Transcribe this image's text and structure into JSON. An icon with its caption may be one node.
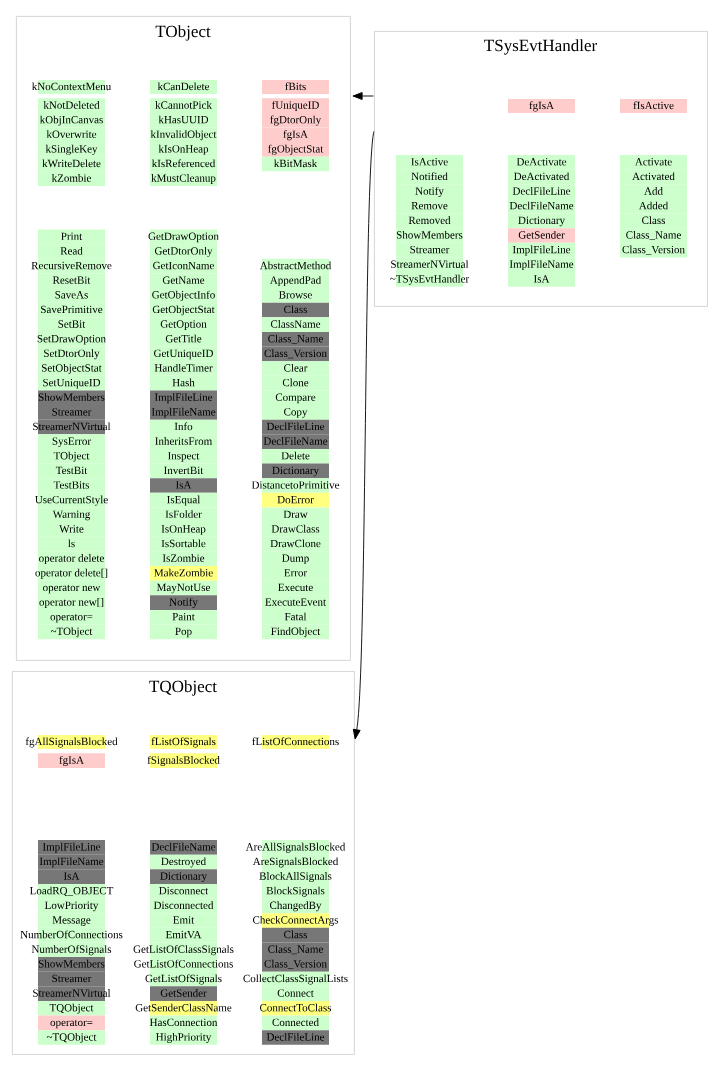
{
  "diagram": {
    "nodes": [
      {
        "text": [
          "TObject"
        ]
      },
      {
        "text": [
          "kNoContextMenu"
        ],
        "in": 0
      },
      {
        "text": [
          "kNotDeleted"
        ],
        "in": 0
      },
      {
        "text": [
          "kObjInCanvas"
        ],
        "in": 0
      },
      {
        "text": [
          "kOverwrite"
        ],
        "in": 0
      },
      {
        "text": [
          "kSingleKey"
        ],
        "in": 0
      },
      {
        "text": [
          "kWriteDelete"
        ],
        "in": 0
      },
      {
        "text": [
          "kZombie"
        ],
        "in": 0
      },
      {
        "text": [
          "kCanDelete"
        ],
        "in": 0
      },
      {
        "text": [
          "kCannotPick"
        ],
        "in": 0
      },
      {
        "text": [
          "kHasUUID"
        ],
        "in": 0
      },
      {
        "text": [
          "kInvalidObject"
        ],
        "in": 0
      },
      {
        "text": [
          "kIsOnHeap"
        ],
        "in": 0
      },
      {
        "text": [
          "kIsReferenced"
        ],
        "in": 0
      },
      {
        "text": [
          "kMustCleanup"
        ],
        "in": 0
      },
      {
        "text": [
          "fBits"
        ],
        "in": 0
      },
      {
        "text": [
          "fUniqueID"
        ],
        "in": 0
      },
      {
        "text": [
          "fgDtorOnly"
        ],
        "in": 0
      },
      {
        "text": [
          "fgIsA"
        ],
        "in": 0
      },
      {
        "text": [
          "fgObjectStat"
        ],
        "in": 0
      },
      {
        "text": [
          "kBitMask"
        ],
        "in": 0
      },
      {
        "text": [
          "Print"
        ],
        "in": 0
      },
      {
        "text": [
          "Read"
        ],
        "in": 0
      },
      {
        "text": [
          "RecursiveRemove"
        ],
        "in": 0
      },
      {
        "text": [
          "ResetBit"
        ],
        "in": 0
      },
      {
        "text": [
          "SaveAs"
        ],
        "in": 0
      },
      {
        "text": [
          "SavePrimitive"
        ],
        "in": 0
      },
      {
        "text": [
          "SetBit"
        ],
        "in": 0
      },
      {
        "text": [
          "SetDrawOption"
        ],
        "in": 0
      },
      {
        "text": [
          "SetDtorOnly"
        ],
        "in": 0
      },
      {
        "text": [
          "SetObjectStat"
        ],
        "in": 0
      },
      {
        "text": [
          "SetUniqueID"
        ],
        "in": 0
      },
      {
        "text": [
          "ShowMembers"
        ],
        "in": 0
      },
      {
        "text": [
          "Streamer"
        ],
        "in": 0
      },
      {
        "text": [
          "StreamerNVirtual"
        ],
        "in": 0
      },
      {
        "text": [
          "SysError"
        ],
        "in": 0
      },
      {
        "text": [
          "TObject"
        ],
        "in": 0
      },
      {
        "text": [
          "TestBit"
        ],
        "in": 0
      },
      {
        "text": [
          "TestBits"
        ],
        "in": 0
      },
      {
        "text": [
          "UseCurrentStyle"
        ],
        "in": 0
      },
      {
        "text": [
          "Warning"
        ],
        "in": 0
      },
      {
        "text": [
          "Write"
        ],
        "in": 0
      },
      {
        "text": [
          "ls"
        ],
        "in": 0
      },
      {
        "text": [
          "operator delete"
        ],
        "in": 0
      },
      {
        "text": [
          "operator delete[]"
        ],
        "in": 0
      },
      {
        "text": [
          "operator new"
        ],
        "in": 0
      },
      {
        "text": [
          "operator new[]"
        ],
        "in": 0
      },
      {
        "text": [
          "operator="
        ],
        "in": 0
      },
      {
        "text": [
          "~TObject"
        ],
        "in": 0
      },
      {
        "text": [
          "GetDrawOption"
        ],
        "in": 0
      },
      {
        "text": [
          "GetDtorOnly"
        ],
        "in": 0
      },
      {
        "text": [
          "GetIconName"
        ],
        "in": 0
      },
      {
        "text": [
          "GetName"
        ],
        "in": 0
      },
      {
        "text": [
          "GetObjectInfo"
        ],
        "in": 0
      },
      {
        "text": [
          "GetObjectStat"
        ],
        "in": 0
      },
      {
        "text": [
          "GetOption"
        ],
        "in": 0
      },
      {
        "text": [
          "GetTitle"
        ],
        "in": 0
      },
      {
        "text": [
          "GetUniqueID"
        ],
        "in": 0
      },
      {
        "text": [
          "HandleTimer"
        ],
        "in": 0
      },
      {
        "text": [
          "Hash"
        ],
        "in": 0
      },
      {
        "text": [
          "ImplFileLine"
        ],
        "in": 0
      },
      {
        "text": [
          "ImplFileName"
        ],
        "in": 0
      },
      {
        "text": [
          "Info"
        ],
        "in": 0
      },
      {
        "text": [
          "InheritsFrom"
        ],
        "in": 0
      },
      {
        "text": [
          "Inspect"
        ],
        "in": 0
      },
      {
        "text": [
          "InvertBit"
        ],
        "in": 0
      },
      {
        "text": [
          "IsA"
        ],
        "in": 0
      },
      {
        "text": [
          "IsEqual"
        ],
        "in": 0
      },
      {
        "text": [
          "IsFolder"
        ],
        "in": 0
      },
      {
        "text": [
          "IsOnHeap"
        ],
        "in": 0
      },
      {
        "text": [
          "IsSortable"
        ],
        "in": 0
      },
      {
        "text": [
          "IsZombie"
        ],
        "in": 0
      },
      {
        "text": [
          "MakeZombie"
        ],
        "in": 0
      },
      {
        "text": [
          "MayNotUse"
        ],
        "in": 0
      },
      {
        "text": [
          "Notify"
        ],
        "in": 0
      },
      {
        "text": [
          "Paint"
        ],
        "in": 0
      },
      {
        "text": [
          "Pop"
        ],
        "in": 0
      },
      {
        "text": [
          "AbstractMethod"
        ],
        "in": 0
      },
      {
        "text": [
          "AppendPad"
        ],
        "in": 0
      },
      {
        "text": [
          "Browse"
        ],
        "in": 0
      },
      {
        "text": [
          "Class"
        ],
        "in": 0
      },
      {
        "text": [
          "ClassName"
        ],
        "in": 0
      },
      {
        "text": [
          "Class_Name"
        ],
        "in": 0
      },
      {
        "text": [
          "Class_Version"
        ],
        "in": 0
      },
      {
        "text": [
          "Clear"
        ],
        "in": 0
      },
      {
        "text": [
          "Clone"
        ],
        "in": 0
      },
      {
        "text": [
          "Compare"
        ],
        "in": 0
      },
      {
        "text": [
          "Copy"
        ],
        "in": 0
      },
      {
        "text": [
          "DeclFileLine"
        ],
        "in": 0
      },
      {
        "text": [
          "DeclFileName"
        ],
        "in": 0
      },
      {
        "text": [
          "Delete"
        ],
        "in": 0
      },
      {
        "text": [
          "Dictionary"
        ],
        "in": 0
      },
      {
        "text": [
          "DistancetoPrimitive"
        ],
        "in": 0
      },
      {
        "text": [
          "DoError"
        ],
        "in": 0
      },
      {
        "text": [
          "Draw"
        ],
        "in": 0
      },
      {
        "text": [
          "DrawClass"
        ],
        "in": 0
      },
      {
        "text": [
          "DrawClone"
        ],
        "in": 0
      },
      {
        "text": [
          "Dump"
        ],
        "in": 0
      },
      {
        "text": [
          "Error"
        ],
        "in": 0
      },
      {
        "text": [
          "Execute"
        ],
        "in": 0
      },
      {
        "text": [
          "ExecuteEvent"
        ],
        "in": 0
      },
      {
        "text": [
          "Fatal"
        ],
        "in": 0
      },
      {
        "text": [
          "FindObject"
        ],
        "in": 0
      },
      {
        "text": [
          "TSysEvtHandler"
        ]
      },
      {
        "text": [
          "fgIsA"
        ],
        "in": 103
      },
      {
        "text": [
          "fIsActive"
        ],
        "in": 103
      },
      {
        "text": [
          "IsActive"
        ],
        "in": 103
      },
      {
        "text": [
          "Notified"
        ],
        "in": 103
      },
      {
        "text": [
          "Notify"
        ],
        "in": 103
      },
      {
        "text": [
          "Remove"
        ],
        "in": 103
      },
      {
        "text": [
          "Removed"
        ],
        "in": 103
      },
      {
        "text": [
          "ShowMembers"
        ],
        "in": 103
      },
      {
        "text": [
          "Streamer"
        ],
        "in": 103
      },
      {
        "text": [
          "StreamerNVirtual"
        ],
        "in": 103
      },
      {
        "text": [
          "~TSysEvtHandler"
        ],
        "in": 103
      },
      {
        "text": [
          "DeActivate"
        ],
        "in": 103
      },
      {
        "text": [
          "DeActivated"
        ],
        "in": 103
      },
      {
        "text": [
          "DeclFileLine"
        ],
        "in": 103
      },
      {
        "text": [
          "DeclFileName"
        ],
        "in": 103
      },
      {
        "text": [
          "Dictionary"
        ],
        "in": 103
      },
      {
        "text": [
          "GetSender"
        ],
        "in": 103
      },
      {
        "text": [
          "ImplFileLine"
        ],
        "in": 103
      },
      {
        "text": [
          "ImplFileName"
        ],
        "in": 103
      },
      {
        "text": [
          "IsA"
        ],
        "in": 103
      },
      {
        "text": [
          "Activate"
        ],
        "in": 103
      },
      {
        "text": [
          "Activated"
        ],
        "in": 103
      },
      {
        "text": [
          "Add"
        ],
        "in": 103
      },
      {
        "text": [
          "Added"
        ],
        "in": 103
      },
      {
        "text": [
          "Class"
        ],
        "in": 103
      },
      {
        "text": [
          "Class_Name"
        ],
        "in": 103
      },
      {
        "text": [
          "Class_Version"
        ],
        "in": 103
      },
      {
        "text": [
          "TQObject"
        ]
      },
      {
        "text": [
          "fgAllSignalsBlocked"
        ],
        "in": 131
      },
      {
        "text": [
          "fgIsA"
        ],
        "in": 131
      },
      {
        "text": [
          "fListOfSignals"
        ],
        "in": 131
      },
      {
        "text": [
          "fSignalsBlocked"
        ],
        "in": 131
      },
      {
        "text": [
          "fListOfConnections"
        ],
        "in": 131
      },
      {
        "text": [
          "ImplFileLine"
        ],
        "in": 131
      },
      {
        "text": [
          "ImplFileName"
        ],
        "in": 131
      },
      {
        "text": [
          "IsA"
        ],
        "in": 131
      },
      {
        "text": [
          "LoadRQ_OBJECT"
        ],
        "in": 131
      },
      {
        "text": [
          "LowPriority"
        ],
        "in": 131
      },
      {
        "text": [
          "Message"
        ],
        "in": 131
      },
      {
        "text": [
          "NumberOfConnections"
        ],
        "in": 131
      },
      {
        "text": [
          "NumberOfSignals"
        ],
        "in": 131
      },
      {
        "text": [
          "ShowMembers"
        ],
        "in": 131
      },
      {
        "text": [
          "Streamer"
        ],
        "in": 131
      },
      {
        "text": [
          "StreamerNVirtual"
        ],
        "in": 131
      },
      {
        "text": [
          "TQObject"
        ],
        "in": 131
      },
      {
        "text": [
          "operator="
        ],
        "in": 131
      },
      {
        "text": [
          "~TQObject"
        ],
        "in": 131
      },
      {
        "text": [
          "DeclFileName"
        ],
        "in": 131
      },
      {
        "text": [
          "Destroyed"
        ],
        "in": 131
      },
      {
        "text": [
          "Dictionary"
        ],
        "in": 131
      },
      {
        "text": [
          "Disconnect"
        ],
        "in": 131
      },
      {
        "text": [
          "Disconnected"
        ],
        "in": 131
      },
      {
        "text": [
          "Emit"
        ],
        "in": 131
      },
      {
        "text": [
          "EmitVA"
        ],
        "in": 131
      },
      {
        "text": [
          "GetListOfClassSignals"
        ],
        "in": 131
      },
      {
        "text": [
          "GetListOfConnections"
        ],
        "in": 131
      },
      {
        "text": [
          "GetListOfSignals"
        ],
        "in": 131
      },
      {
        "text": [
          "GetSender"
        ],
        "in": 131
      },
      {
        "text": [
          "GetSenderClassName"
        ],
        "in": 131
      },
      {
        "text": [
          "HasConnection"
        ],
        "in": 131
      },
      {
        "text": [
          "HighPriority"
        ],
        "in": 131
      },
      {
        "text": [
          "AreAllSignalsBlocked"
        ],
        "in": 131
      },
      {
        "text": [
          "AreSignalsBlocked"
        ],
        "in": 131
      },
      {
        "text": [
          "BlockAllSignals"
        ],
        "in": 131
      },
      {
        "text": [
          "BlockSignals"
        ],
        "in": 131
      },
      {
        "text": [
          "ChangedBy"
        ],
        "in": 131
      },
      {
        "text": [
          "CheckConnectArgs"
        ],
        "in": 131
      },
      {
        "text": [
          "Class"
        ],
        "in": 131
      },
      {
        "text": [
          "Class_Name"
        ],
        "in": 131
      },
      {
        "text": [
          "Class_Version"
        ],
        "in": 131
      },
      {
        "text": [
          "CollectClassSignalLists"
        ],
        "in": 131
      },
      {
        "text": [
          "Connect"
        ],
        "in": 131
      },
      {
        "text": [
          "ConnectToClass"
        ],
        "in": 131
      },
      {
        "text": [
          "Connected"
        ],
        "in": 131
      },
      {
        "text": [
          "DeclFileLine"
        ],
        "in": 131
      }
    ],
    "edges": [
      {
        "from": 103,
        "to": 0,
        "arrow": "to"
      },
      {
        "from": 103,
        "to": 131,
        "arrow": "to"
      }
    ]
  }
}
